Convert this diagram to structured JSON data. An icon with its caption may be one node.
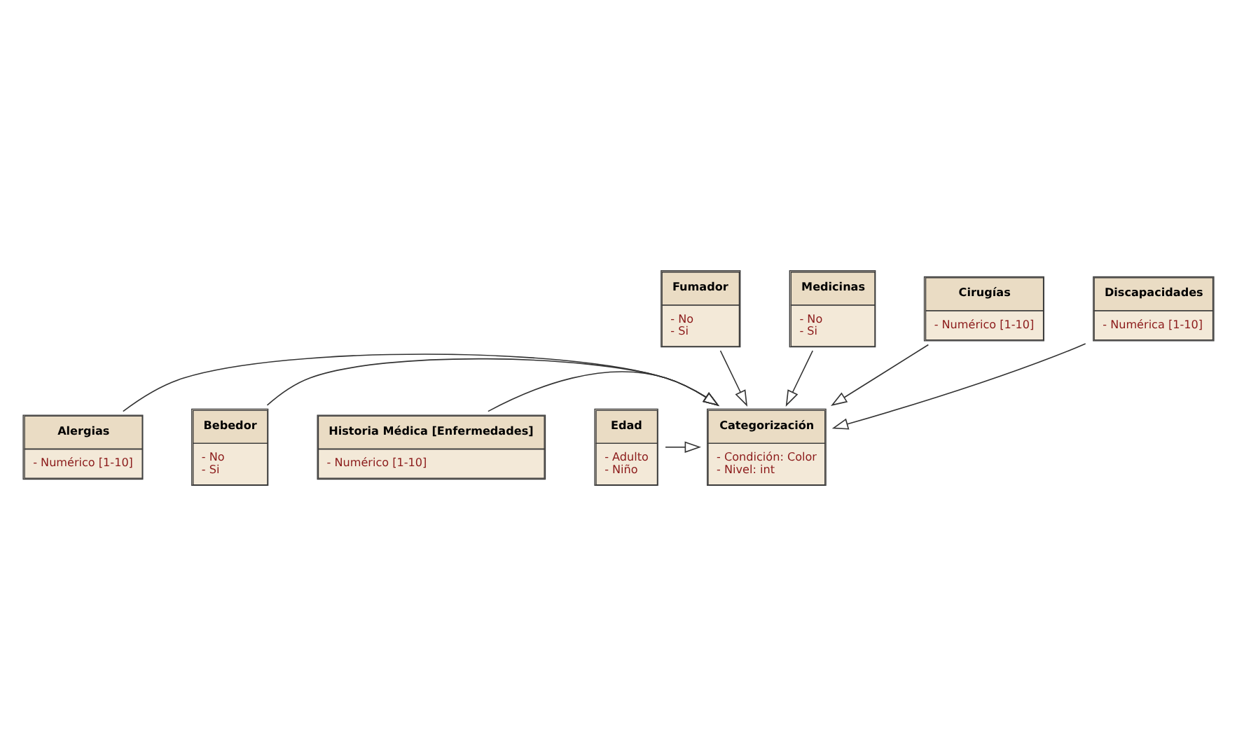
{
  "diagram": {
    "nodes": [
      {
        "text": [
          "Fumador",
          "- No",
          "- Si"
        ]
      },
      {
        "text": [
          "Medicinas",
          "- No",
          "- Si"
        ]
      },
      {
        "text": [
          "Alergias",
          "- Numérico [1-10]"
        ]
      },
      {
        "text": [
          "Bebedor",
          "- No",
          "- Si"
        ]
      },
      {
        "text": [
          "Categorización",
          "- Condición: Color",
          "- Nivel: int"
        ]
      },
      {
        "text": [
          "Historia Médica [Enfermedades]",
          "- Numérico [1-10]"
        ]
      },
      {
        "text": [
          "Edad",
          "- Adulto",
          "- Niño"
        ]
      },
      {
        "text": [
          "Cirugías",
          "- Numérico [1-10]"
        ]
      },
      {
        "text": [
          "Discapacidades",
          "- Numérica [1-10]"
        ]
      }
    ],
    "edges": [
      {
        "from": 0,
        "to": 4,
        "arrow": "to"
      },
      {
        "from": 1,
        "to": 4,
        "arrow": "to"
      },
      {
        "from": 2,
        "to": 4,
        "arrow": "to"
      },
      {
        "from": 3,
        "to": 4,
        "arrow": "to"
      },
      {
        "from": 5,
        "to": 4,
        "arrow": "to"
      },
      {
        "from": 6,
        "to": 4,
        "arrow": "to"
      },
      {
        "from": 7,
        "to": 4,
        "arrow": "to"
      },
      {
        "from": 8,
        "to": 4,
        "arrow": "to"
      }
    ]
  }
}
